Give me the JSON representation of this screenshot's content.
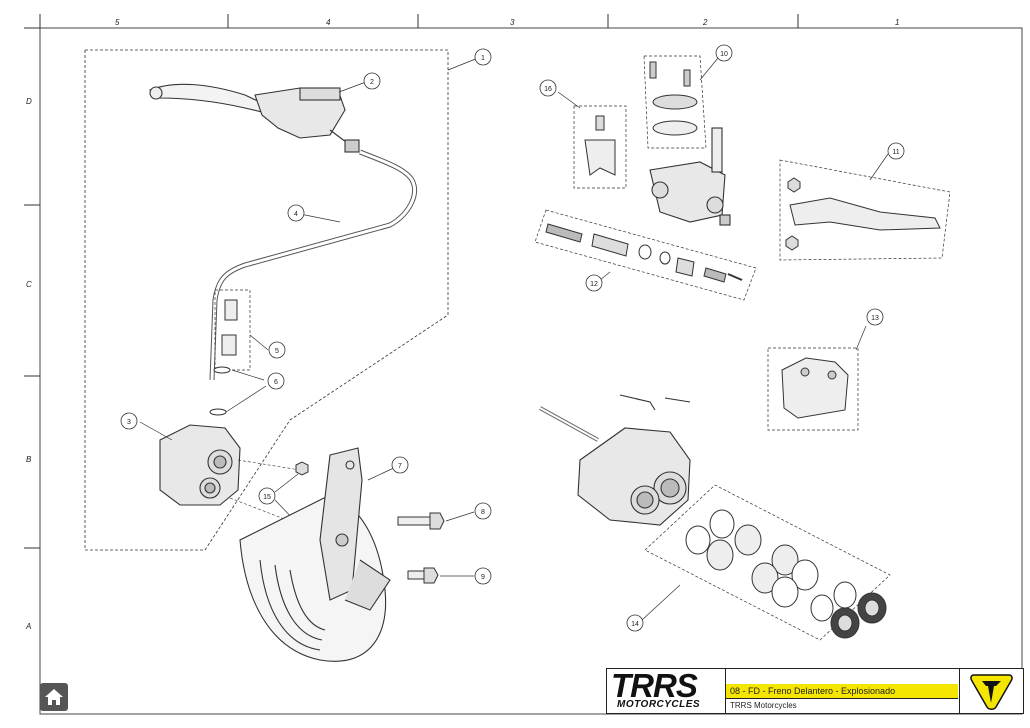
{
  "zones": {
    "columns": [
      "5",
      "4",
      "3",
      "2",
      "1"
    ],
    "rows": [
      "D",
      "C",
      "B",
      "A"
    ]
  },
  "callouts": [
    "1",
    "2",
    "3",
    "4",
    "5",
    "6",
    "7",
    "8",
    "9",
    "10",
    "11",
    "12",
    "13",
    "14",
    "15",
    "16"
  ],
  "title_block": {
    "logo_text": "TRRS",
    "logo_subtext": "MOTORCYCLES",
    "title": "08 - FD - Freno Delantero - Explosionado",
    "subtitle": "TRRS Motorcycles"
  },
  "colors": {
    "accent": "#f5e600",
    "line": "#333333"
  },
  "icons": [
    "home-icon",
    "trrs-emblem-icon"
  ]
}
